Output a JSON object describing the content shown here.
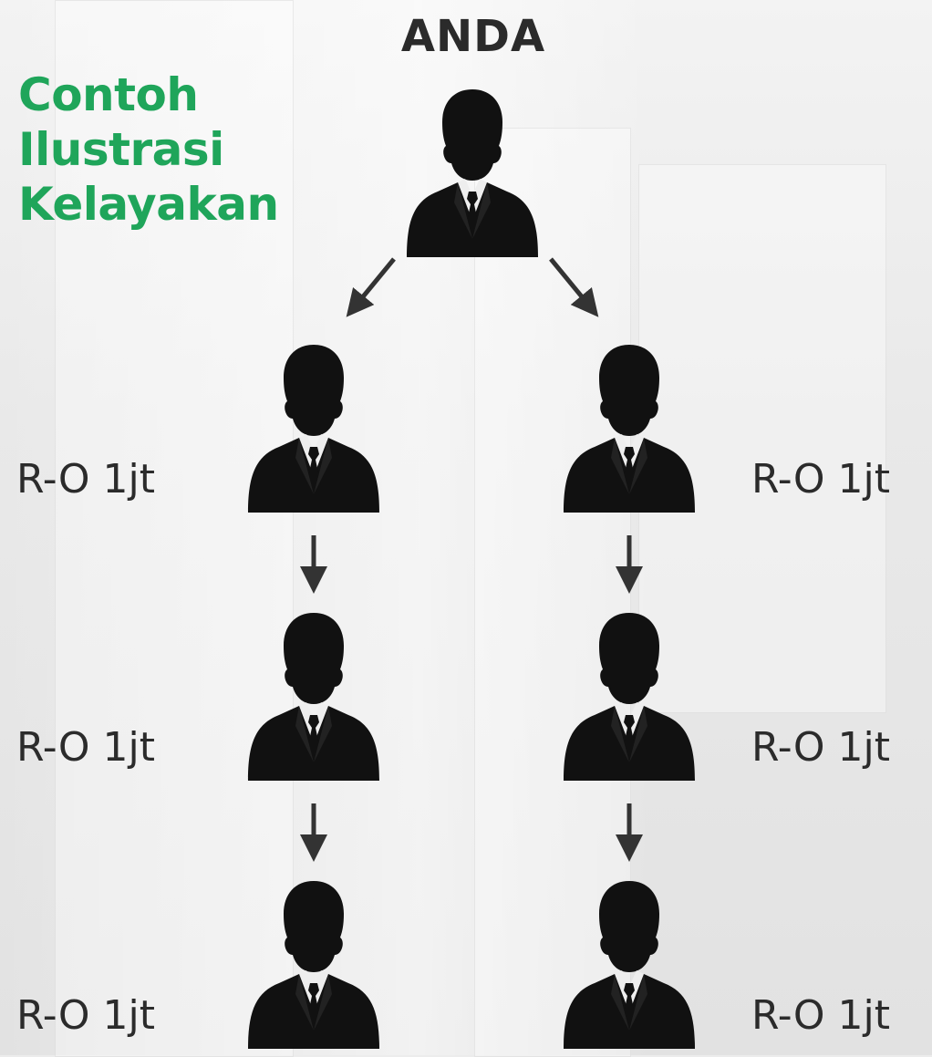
{
  "root": {
    "label": "ANDA"
  },
  "title_lines": [
    "Contoh",
    "Ilustrasi",
    "Kelayakan"
  ],
  "left_branch": [
    {
      "label": "R-O 1jt"
    },
    {
      "label": "R-O 1jt"
    },
    {
      "label": "R-O 1jt"
    }
  ],
  "right_branch": [
    {
      "label": "R-O 1jt"
    },
    {
      "label": "R-O 1jt"
    },
    {
      "label": "R-O 1jt"
    }
  ],
  "colors": {
    "title": "#1fa55a",
    "text": "#2b2b2b",
    "silhouette": "#111111"
  }
}
